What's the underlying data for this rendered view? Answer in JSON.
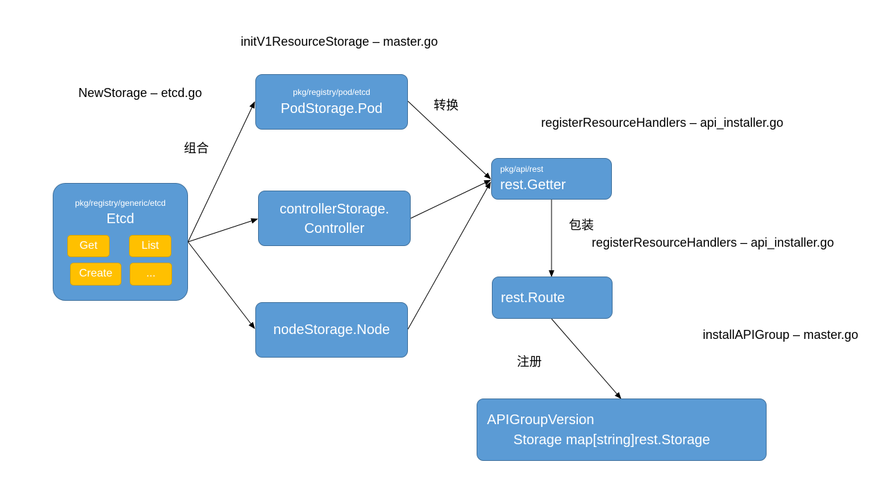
{
  "annotations": {
    "init_storage": "initV1ResourceStorage  – master.go",
    "new_storage": "NewStorage – etcd.go",
    "register_top": "registerResourceHandlers  – api_installer.go",
    "register_mid": "registerResourceHandlers  – api_installer.go",
    "install_group": "installAPIGroup  – master.go"
  },
  "edge_labels": {
    "combine": "组合",
    "convert": "转换",
    "wrap": "包装",
    "register": "注册"
  },
  "nodes": {
    "etcd": {
      "path": "pkg/registry/generic/etcd",
      "title": "Etcd",
      "ops": [
        "Get",
        "List",
        "Create",
        "..."
      ]
    },
    "pod_storage": {
      "path": "pkg/registry/pod/etcd",
      "title": "PodStorage.Pod"
    },
    "controller_storage": {
      "line1": "controllerStorage.",
      "line2": "Controller"
    },
    "node_storage": {
      "title": "nodeStorage.Node"
    },
    "rest_getter": {
      "path": "pkg/api/rest",
      "title": "rest.Getter"
    },
    "rest_route": {
      "title": "rest.Route"
    },
    "api_group_version": {
      "line1": "APIGroupVersion",
      "line2": "Storage map[string]rest.Storage"
    }
  },
  "colors": {
    "box_fill": "#5b9bd5",
    "box_border": "#41719c",
    "op_fill": "#ffc000",
    "arrow": "#000000"
  }
}
